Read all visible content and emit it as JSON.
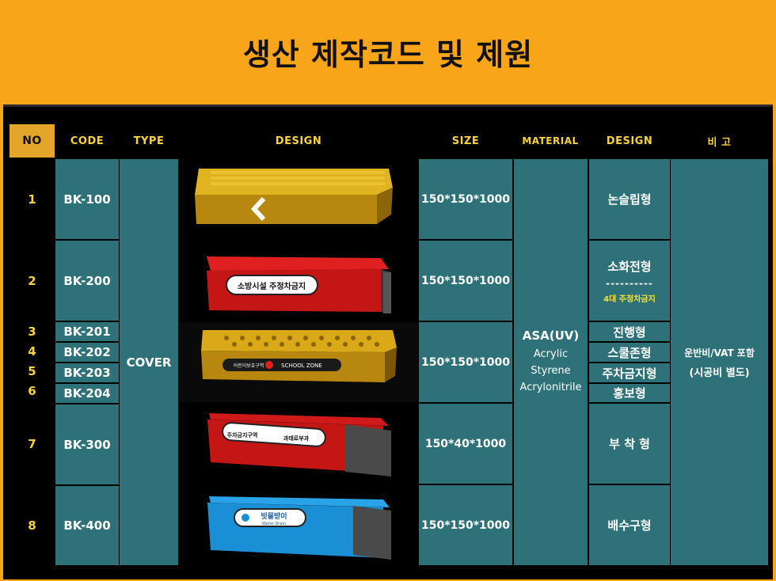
{
  "title": "생산 제작코드 및 제원",
  "headers": {
    "no": "NO",
    "code": "CODE",
    "type": "TYPE",
    "design": "DESIGN",
    "size": "SIZE",
    "material": "MATERIAL",
    "design2": "DESIGN",
    "remark": "비 고"
  },
  "rows": {
    "r1": {
      "no": "1",
      "code": "BK-100",
      "size": "150*150*1000",
      "design_name": "논슬립형"
    },
    "r2": {
      "no": "2",
      "code": "BK-200",
      "size": "150*150*1000",
      "design_name": "소화전형",
      "dash": "----------",
      "sub": "4대 주정차금지"
    },
    "r3": {
      "no": "3",
      "code": "BK-201",
      "design_name": "진행형"
    },
    "r4": {
      "no": "4",
      "code": "BK-202",
      "design_name": "스쿨존형"
    },
    "r5": {
      "no": "5",
      "code": "BK-203",
      "design_name": "주차금지형"
    },
    "r6": {
      "no": "6",
      "code": "BK-204",
      "design_name": "홍보형"
    },
    "r3_6_size": "150*150*1000",
    "r7": {
      "no": "7",
      "code": "BK-300",
      "size": "150*40*1000",
      "design_name": "부 착 형"
    },
    "r8": {
      "no": "8",
      "code": "BK-400",
      "size": "150*150*1000",
      "design_name": "배수구형"
    }
  },
  "type": "COVER",
  "material": {
    "main": "ASA(UV)",
    "line1": "Acrylic",
    "line2": "Styrene",
    "line3": "Acrylonitrile"
  },
  "remark": {
    "line1": "운반비/VAT 포함",
    "line2": "(시공비 별도)"
  },
  "product_labels": {
    "red_sign": "소방시설 주정차금지",
    "school_left": "어린이보호구역",
    "school_right": "SCHOOL ZONE",
    "parking_left": "주차금지구역",
    "parking_right": "과태료부과",
    "water_main": "빗물받이",
    "water_sub": "Water Drain"
  },
  "colors": {
    "accent": "#f9a51a",
    "teal": "#2e7178",
    "header_text": "#f9d23c",
    "yellow_product": "#d9a91a",
    "red_product": "#d01a1a",
    "blue_product": "#1a8fd6"
  }
}
